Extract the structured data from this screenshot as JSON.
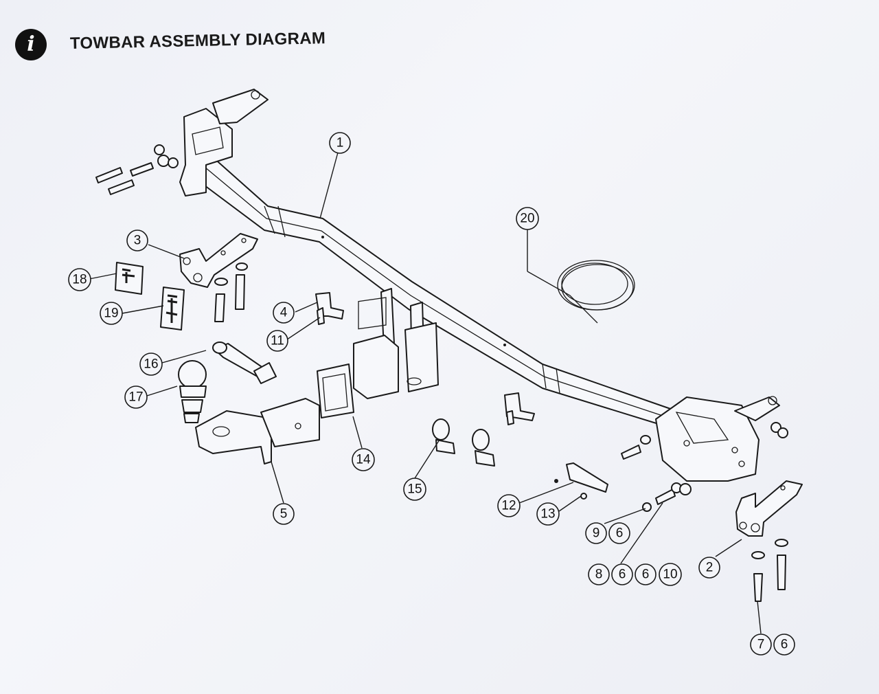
{
  "header": {
    "icon": "info-icon",
    "icon_glyph": "i",
    "title": "TOWBAR ASSEMBLY DIAGRAM"
  },
  "labels": [
    {
      "id": "c1",
      "text": "1"
    },
    {
      "id": "c2",
      "text": "2"
    },
    {
      "id": "c3",
      "text": "3"
    },
    {
      "id": "c4",
      "text": "4"
    },
    {
      "id": "c5",
      "text": "5"
    },
    {
      "id": "c6a",
      "text": "6"
    },
    {
      "id": "c6b",
      "text": "6"
    },
    {
      "id": "c6c",
      "text": "6"
    },
    {
      "id": "c6d",
      "text": "6"
    },
    {
      "id": "c7",
      "text": "7"
    },
    {
      "id": "c8",
      "text": "8"
    },
    {
      "id": "c9",
      "text": "9"
    },
    {
      "id": "c10",
      "text": "10"
    },
    {
      "id": "c11",
      "text": "11"
    },
    {
      "id": "c12",
      "text": "12"
    },
    {
      "id": "c13",
      "text": "13"
    },
    {
      "id": "c14",
      "text": "14"
    },
    {
      "id": "c15",
      "text": "15"
    },
    {
      "id": "c16",
      "text": "16"
    },
    {
      "id": "c17",
      "text": "17"
    },
    {
      "id": "c18",
      "text": "18"
    },
    {
      "id": "c19",
      "text": "19"
    },
    {
      "id": "c20",
      "text": "20"
    }
  ]
}
